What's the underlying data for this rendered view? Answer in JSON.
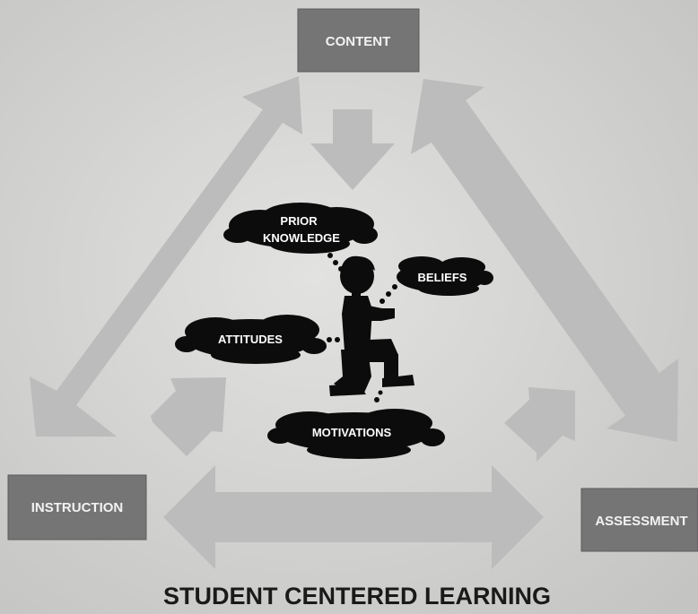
{
  "diagram": {
    "nodes": {
      "content": "CONTENT",
      "instruction": "INSTRUCTION",
      "assessment": "ASSESSMENT"
    },
    "clouds": {
      "prior_knowledge_line1": "PRIOR",
      "prior_knowledge_line2": "KNOWLEDGE",
      "beliefs": "BELIEFS",
      "attitudes": "ATTITUDES",
      "motivations": "MOTIVATIONS"
    },
    "title": "STUDENT CENTERED LEARNING"
  },
  "colors": {
    "background": "#d6d6d4",
    "node_box": "#757575",
    "arrow": "#bcbcbc",
    "cloud": "#0c0c0c",
    "figure": "#0c0c0c"
  },
  "icons": [
    "student-silhouette",
    "thought-cloud",
    "double-arrow",
    "single-arrow"
  ]
}
